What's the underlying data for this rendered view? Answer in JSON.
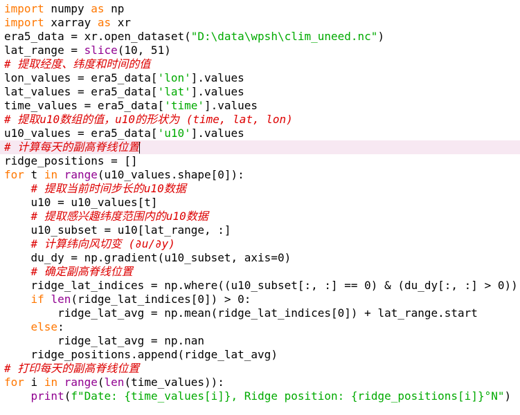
{
  "colors": {
    "keyword": "#ff7700",
    "builtin": "#900090",
    "string": "#00aa00",
    "comment": "#dd0000",
    "text": "#000000",
    "current_line": "#f7e8f2",
    "background": "#ffffff"
  },
  "editor": {
    "current_line_index": 10,
    "lines": [
      [
        {
          "t": "kw",
          "v": "import"
        },
        {
          "t": "tx",
          "v": " numpy "
        },
        {
          "t": "kw",
          "v": "as"
        },
        {
          "t": "tx",
          "v": " np"
        }
      ],
      [
        {
          "t": "kw",
          "v": "import"
        },
        {
          "t": "tx",
          "v": " xarray "
        },
        {
          "t": "kw",
          "v": "as"
        },
        {
          "t": "tx",
          "v": " xr"
        }
      ],
      [
        {
          "t": "tx",
          "v": "era5_data = xr.open_dataset("
        },
        {
          "t": "st",
          "v": "\"D:\\data\\wpsh\\clim_uneed.nc\""
        },
        {
          "t": "tx",
          "v": ")"
        }
      ],
      [
        {
          "t": "tx",
          "v": "lat_range = "
        },
        {
          "t": "bi",
          "v": "slice"
        },
        {
          "t": "tx",
          "v": "(10, 51)"
        }
      ],
      [
        {
          "t": "cm",
          "v": "# 提取经度、纬度和时间的值"
        }
      ],
      [
        {
          "t": "tx",
          "v": "lon_values = era5_data["
        },
        {
          "t": "st",
          "v": "'lon'"
        },
        {
          "t": "tx",
          "v": "].values"
        }
      ],
      [
        {
          "t": "tx",
          "v": "lat_values = era5_data["
        },
        {
          "t": "st",
          "v": "'lat'"
        },
        {
          "t": "tx",
          "v": "].values"
        }
      ],
      [
        {
          "t": "tx",
          "v": "time_values = era5_data["
        },
        {
          "t": "st",
          "v": "'time'"
        },
        {
          "t": "tx",
          "v": "].values"
        }
      ],
      [
        {
          "t": "cm",
          "v": "# 提取u10数组的值，u10的形状为 (time, lat, lon)"
        }
      ],
      [
        {
          "t": "tx",
          "v": "u10_values = era5_data["
        },
        {
          "t": "st",
          "v": "'u10'"
        },
        {
          "t": "tx",
          "v": "].values"
        }
      ],
      [
        {
          "t": "cm",
          "v": "# 计算每天的副高脊线位置"
        }
      ],
      [
        {
          "t": "tx",
          "v": "ridge_positions = []"
        }
      ],
      [
        {
          "t": "kw",
          "v": "for"
        },
        {
          "t": "tx",
          "v": " t "
        },
        {
          "t": "kw",
          "v": "in"
        },
        {
          "t": "tx",
          "v": " "
        },
        {
          "t": "bi",
          "v": "range"
        },
        {
          "t": "tx",
          "v": "(u10_values.shape[0]):"
        }
      ],
      [
        {
          "t": "tx",
          "v": "    "
        },
        {
          "t": "cm",
          "v": "# 提取当前时间步长的u10数据"
        }
      ],
      [
        {
          "t": "tx",
          "v": "    u10 = u10_values[t]"
        }
      ],
      [
        {
          "t": "tx",
          "v": "    "
        },
        {
          "t": "cm",
          "v": "# 提取感兴趣纬度范围内的u10数据"
        }
      ],
      [
        {
          "t": "tx",
          "v": "    u10_subset = u10[lat_range, :]"
        }
      ],
      [
        {
          "t": "tx",
          "v": "    "
        },
        {
          "t": "cm",
          "v": "# 计算纬向风切变 (∂u/∂y)"
        }
      ],
      [
        {
          "t": "tx",
          "v": "    du_dy = np.gradient(u10_subset, axis=0)"
        }
      ],
      [
        {
          "t": "tx",
          "v": "    "
        },
        {
          "t": "cm",
          "v": "# 确定副高脊线位置"
        }
      ],
      [
        {
          "t": "tx",
          "v": "    ridge_lat_indices = np.where((u10_subset[:, :] == 0) & (du_dy[:, :] > 0))"
        }
      ],
      [
        {
          "t": "tx",
          "v": "    "
        },
        {
          "t": "kw",
          "v": "if"
        },
        {
          "t": "tx",
          "v": " "
        },
        {
          "t": "bi",
          "v": "len"
        },
        {
          "t": "tx",
          "v": "(ridge_lat_indices[0]) > 0:"
        }
      ],
      [
        {
          "t": "tx",
          "v": "        ridge_lat_avg = np.mean(ridge_lat_indices[0]) + lat_range.start"
        }
      ],
      [
        {
          "t": "tx",
          "v": "    "
        },
        {
          "t": "kw",
          "v": "else"
        },
        {
          "t": "tx",
          "v": ":"
        }
      ],
      [
        {
          "t": "tx",
          "v": "        ridge_lat_avg = np.nan"
        }
      ],
      [
        {
          "t": "tx",
          "v": "    ridge_positions.append(ridge_lat_avg)"
        }
      ],
      [
        {
          "t": "cm",
          "v": "# 打印每天的副高脊线位置"
        }
      ],
      [
        {
          "t": "kw",
          "v": "for"
        },
        {
          "t": "tx",
          "v": " i "
        },
        {
          "t": "kw",
          "v": "in"
        },
        {
          "t": "tx",
          "v": " "
        },
        {
          "t": "bi",
          "v": "range"
        },
        {
          "t": "tx",
          "v": "("
        },
        {
          "t": "bi",
          "v": "len"
        },
        {
          "t": "tx",
          "v": "(time_values)):"
        }
      ],
      [
        {
          "t": "tx",
          "v": "    "
        },
        {
          "t": "bi",
          "v": "print"
        },
        {
          "t": "tx",
          "v": "("
        },
        {
          "t": "st",
          "v": "f\"Date: {time_values[i]}, Ridge position: {ridge_positions[i]}°N\""
        },
        {
          "t": "tx",
          "v": ")"
        }
      ]
    ]
  }
}
